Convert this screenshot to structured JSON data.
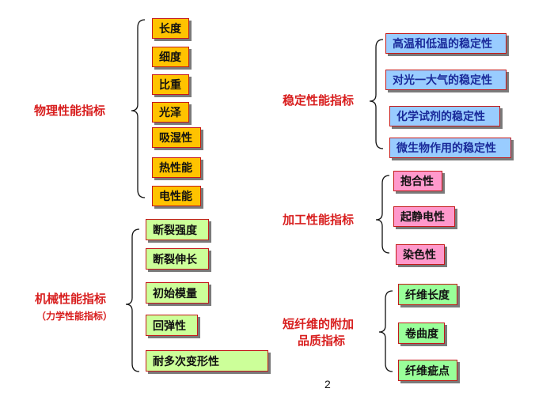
{
  "groups": {
    "physical": {
      "title": "物理性能指标",
      "items": [
        "长度",
        "细度",
        "比重",
        "光泽",
        "吸湿性",
        "热性能",
        "电性能"
      ]
    },
    "mechanical": {
      "title": "机械性能指标",
      "subtitle": "（力学性能指标）",
      "items": [
        "断裂强度",
        "断裂伸长",
        "初始模量",
        "回弹性",
        "耐多次变形性"
      ]
    },
    "stability": {
      "title": "稳定性能指标",
      "items": [
        "高温和低温的稳定性",
        "对光一大气的稳定性",
        "化学试剂的稳定性",
        "微生物作用的稳定性"
      ]
    },
    "processing": {
      "title": "加工性能指标",
      "items": [
        "抱合性",
        "起静电性",
        "染色性"
      ]
    },
    "staple": {
      "title_line1": "短纤维的附加",
      "title_line2": "品质指标",
      "items": [
        "纤维长度",
        "卷曲度",
        "纤维疵点"
      ]
    }
  },
  "page_number": "2"
}
